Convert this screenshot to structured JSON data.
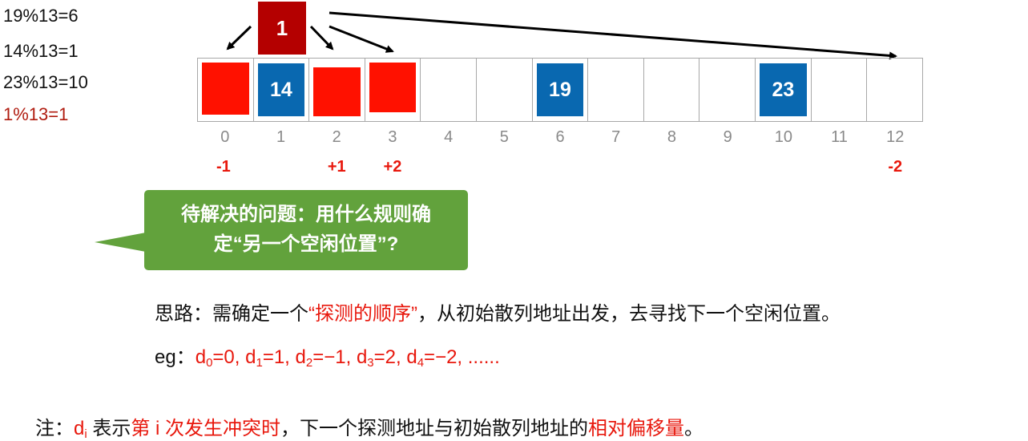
{
  "calculations": [
    {
      "text": "19%13=6",
      "color": "#111111"
    },
    {
      "text": "14%13=1",
      "color": "#111111"
    },
    {
      "text": "23%13=10",
      "color": "#111111"
    },
    {
      "text": "1%13=1",
      "color": "#b01c10"
    }
  ],
  "new_key": {
    "value": "1",
    "color": "#b40000"
  },
  "hash_table": {
    "size": 13,
    "indices": [
      "0",
      "1",
      "2",
      "3",
      "4",
      "5",
      "6",
      "7",
      "8",
      "9",
      "10",
      "11",
      "12"
    ],
    "cells": [
      {
        "index": 0,
        "state": "probe",
        "value": ""
      },
      {
        "index": 1,
        "state": "occupied",
        "value": "14"
      },
      {
        "index": 2,
        "state": "probe",
        "value": ""
      },
      {
        "index": 3,
        "state": "probe",
        "value": ""
      },
      {
        "index": 4,
        "state": "empty",
        "value": ""
      },
      {
        "index": 5,
        "state": "empty",
        "value": ""
      },
      {
        "index": 6,
        "state": "occupied",
        "value": "19"
      },
      {
        "index": 7,
        "state": "empty",
        "value": ""
      },
      {
        "index": 8,
        "state": "empty",
        "value": ""
      },
      {
        "index": 9,
        "state": "empty",
        "value": ""
      },
      {
        "index": 10,
        "state": "occupied",
        "value": "23"
      },
      {
        "index": 11,
        "state": "empty",
        "value": ""
      },
      {
        "index": 12,
        "state": "empty",
        "value": ""
      }
    ],
    "colors": {
      "occupied": "#0968b0",
      "probe": "#ff1100",
      "border": "#a8a8a8"
    }
  },
  "offsets": [
    {
      "index": 0,
      "label": "-1"
    },
    {
      "index": 2,
      "label": "+1"
    },
    {
      "index": 3,
      "label": "+2"
    },
    {
      "index": 12,
      "label": "-2"
    }
  ],
  "callout": {
    "line1": "待解决的问题：用什么规则确",
    "line2": "定“另一个空闲位置”?",
    "color": "#62a23c"
  },
  "idea": {
    "prefix": "思路：需确定一个",
    "highlight": "“探测的顺序”",
    "suffix": "，从初始散列地址出发，去寻找下一个空闲位置。"
  },
  "example": {
    "prefix": "eg：",
    "terms": [
      {
        "d": "d",
        "sub": "0",
        "rest": "=0, "
      },
      {
        "d": "d",
        "sub": "1",
        "rest": "=1, "
      },
      {
        "d": "d",
        "sub": "2",
        "rest": "=−1, "
      },
      {
        "d": "d",
        "sub": "3",
        "rest": "=2, "
      },
      {
        "d": "d",
        "sub": "4",
        "rest": "=−2, ......"
      }
    ]
  },
  "note": {
    "prefix": "注：",
    "var": "d",
    "var_sub": "i",
    "mid1": " 表示",
    "highlight1": "第 i 次发生冲突时",
    "mid2": "，下一个探测地址与初始散列地址的",
    "highlight2": "相对偏移量",
    "end": "。"
  }
}
